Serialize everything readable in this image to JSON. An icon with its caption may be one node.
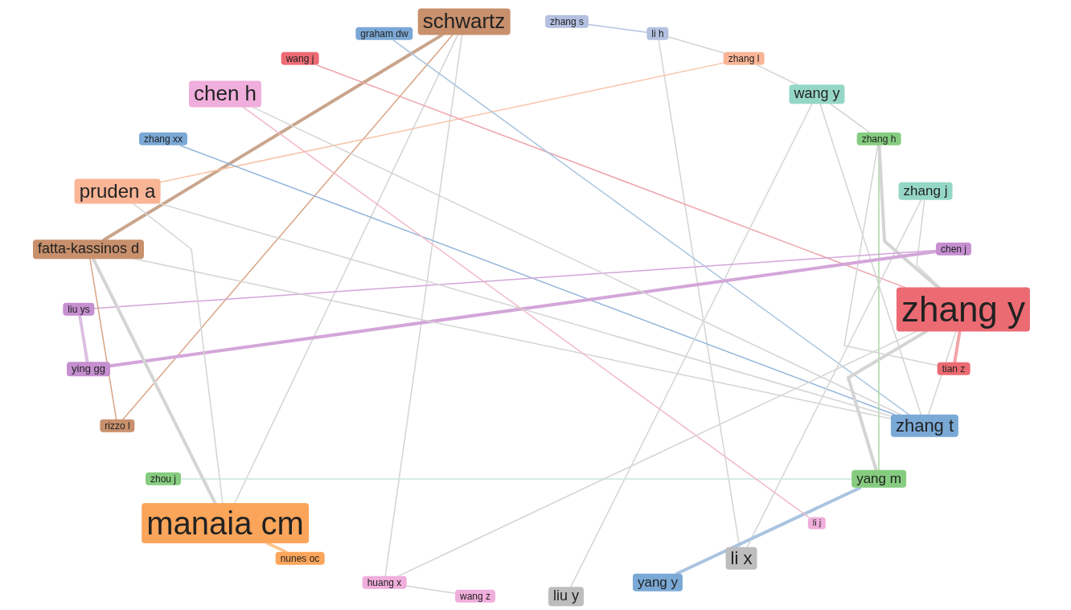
{
  "diagram": {
    "nodes": [
      {
        "text": [
          "schwartz"
        ]
      },
      {
        "text": [
          "zhang s"
        ]
      },
      {
        "text": [
          "li h"
        ]
      },
      {
        "text": [
          "zhang l"
        ]
      },
      {
        "text": [
          "wang y"
        ]
      },
      {
        "text": [
          "zhang h"
        ]
      },
      {
        "text": [
          "zhang j"
        ]
      },
      {
        "text": [
          "chen j"
        ]
      },
      {
        "text": [
          "zhang y"
        ]
      },
      {
        "text": [
          "tian z"
        ]
      },
      {
        "text": [
          "zhang t"
        ]
      },
      {
        "text": [
          "yang m"
        ]
      },
      {
        "text": [
          "li j"
        ]
      },
      {
        "text": [
          "li x"
        ]
      },
      {
        "text": [
          "yang y"
        ]
      },
      {
        "text": [
          "liu y"
        ]
      },
      {
        "text": [
          "wang z"
        ]
      },
      {
        "text": [
          "huang x"
        ]
      },
      {
        "text": [
          "nunes oc"
        ]
      },
      {
        "text": [
          "manaia cm"
        ]
      },
      {
        "text": [
          "zhou j"
        ]
      },
      {
        "text": [
          "rizzo l"
        ]
      },
      {
        "text": [
          "ying gg"
        ]
      },
      {
        "text": [
          "liu ys"
        ]
      },
      {
        "text": [
          "fatta-kassinos d"
        ]
      },
      {
        "text": [
          "pruden a"
        ]
      },
      {
        "text": [
          "zhang xx"
        ]
      },
      {
        "text": [
          "chen h"
        ]
      },
      {
        "text": [
          "wang j"
        ]
      },
      {
        "text": [
          "graham dw"
        ]
      }
    ],
    "edges": [
      {
        "from": 0,
        "to": 24,
        "arrow": "none",
        "style": "thick",
        "color": "#c9a58c"
      },
      {
        "from": 0,
        "to": 21,
        "arrow": "none",
        "color": "#d9a585"
      },
      {
        "from": 0,
        "to": 19,
        "arrow": "none"
      },
      {
        "from": 0,
        "to": 17,
        "arrow": "none"
      },
      {
        "from": 1,
        "to": 2,
        "arrow": "none",
        "color": "#b8c2e0"
      },
      {
        "from": 2,
        "to": 3,
        "arrow": "none"
      },
      {
        "from": 2,
        "to": 13,
        "arrow": "none"
      },
      {
        "from": 3,
        "to": 4,
        "arrow": "none"
      },
      {
        "from": 3,
        "to": 25,
        "arrow": "none",
        "color": "#f7c4a8"
      },
      {
        "from": 28,
        "to": 8,
        "arrow": "none",
        "color": "#eda3ad"
      },
      {
        "from": 29,
        "to": 10,
        "arrow": "none",
        "color": "#a9c4e0"
      },
      {
        "from": 26,
        "to": 10,
        "arrow": "none",
        "color": "#8fb2d9"
      },
      {
        "from": 4,
        "to": 5,
        "arrow": "none"
      },
      {
        "from": 4,
        "to": 10,
        "arrow": "none"
      },
      {
        "from": 4,
        "to": 15,
        "arrow": "none"
      },
      {
        "from": 5,
        "to": 11,
        "arrow": "none",
        "color": "#a8d9a0"
      },
      {
        "from": 5,
        "to": 8,
        "arrow": "none",
        "style": "thick"
      },
      {
        "from": 5,
        "to": 9,
        "arrow": "none"
      },
      {
        "from": 6,
        "to": 13,
        "arrow": "none"
      },
      {
        "from": 6,
        "to": 8,
        "arrow": "none"
      },
      {
        "from": 7,
        "to": 23,
        "arrow": "none",
        "color": "#d3a6d9"
      },
      {
        "from": 7,
        "to": 22,
        "arrow": "none",
        "style": "thick",
        "color": "#d3a6d9"
      },
      {
        "from": 8,
        "to": 9,
        "arrow": "none",
        "style": "thick",
        "color": "#f2a5aa"
      },
      {
        "from": 8,
        "to": 11,
        "arrow": "none",
        "style": "thick"
      },
      {
        "from": 8,
        "to": 10,
        "arrow": "none"
      },
      {
        "from": 10,
        "to": 24,
        "arrow": "none"
      },
      {
        "from": 10,
        "to": 25,
        "arrow": "none"
      },
      {
        "from": 11,
        "to": 20,
        "arrow": "none",
        "color": "#c8e6e0"
      },
      {
        "from": 11,
        "to": 14,
        "arrow": "none",
        "style": "thick",
        "color": "#a9c4e0"
      },
      {
        "from": 27,
        "to": 12,
        "arrow": "none",
        "color": "#f2b8c6"
      },
      {
        "from": 23,
        "to": 22,
        "arrow": "none",
        "style": "thick",
        "color": "#dcc0e3"
      },
      {
        "from": 24,
        "to": 21,
        "arrow": "none",
        "color": "#d9a585"
      },
      {
        "from": 24,
        "to": 19,
        "arrow": "none",
        "style": "thick"
      },
      {
        "from": 19,
        "to": 18,
        "arrow": "none",
        "style": "thick",
        "color": "#fbc58f"
      },
      {
        "from": 25,
        "to": 19,
        "arrow": "none"
      },
      {
        "from": 17,
        "to": 16,
        "arrow": "none"
      },
      {
        "from": 17,
        "to": 8,
        "arrow": "none"
      },
      {
        "from": 27,
        "to": 10,
        "arrow": "none"
      }
    ]
  }
}
